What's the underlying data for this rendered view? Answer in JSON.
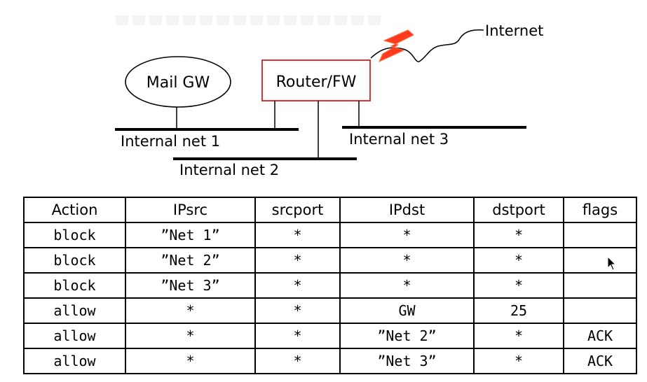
{
  "diagram": {
    "mail_gw": "Mail GW",
    "router_fw": "Router/FW",
    "internet": "Internet",
    "net1": "Internal net 1",
    "net2": "Internal net 2",
    "net3": "Internal net 3",
    "colors": {
      "router_border": "#d02020",
      "lightning": "#ff3b1f"
    }
  },
  "table": {
    "headers": [
      "Action",
      "IPsrc",
      "srcport",
      "IPdst",
      "dstport",
      "flags"
    ],
    "rows": [
      [
        "block",
        "”Net 1”",
        "*",
        "*",
        "*",
        ""
      ],
      [
        "block",
        "”Net 2”",
        "*",
        "*",
        "*",
        ""
      ],
      [
        "block",
        "”Net 3”",
        "*",
        "*",
        "*",
        ""
      ],
      [
        "allow",
        "*",
        "*",
        "GW",
        "25",
        ""
      ],
      [
        "allow",
        "*",
        "*",
        "”Net 2”",
        "*",
        "ACK"
      ],
      [
        "allow",
        "*",
        "*",
        "”Net 3”",
        "*",
        "ACK"
      ]
    ]
  },
  "icons": {
    "cursor": "mouse-pointer-icon",
    "lightning": "lightning-icon"
  }
}
